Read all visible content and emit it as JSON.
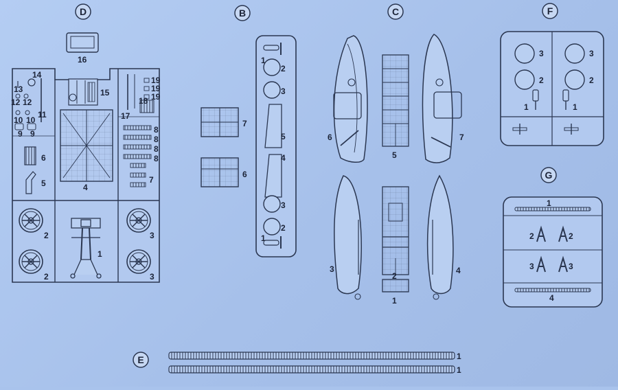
{
  "sprues": {
    "D": "D",
    "B": "B",
    "C": "C",
    "F": "F",
    "G": "G",
    "E": "E"
  },
  "parts": {
    "D": [
      "16",
      "14",
      "13",
      "12",
      "12",
      "11",
      "10",
      "10",
      "9",
      "9",
      "6",
      "5",
      "15",
      "4",
      "17",
      "18",
      "19",
      "19",
      "19",
      "8",
      "8",
      "8",
      "8",
      "7",
      "2",
      "2",
      "1",
      "3",
      "3"
    ],
    "B": [
      "7",
      "6",
      "1",
      "2",
      "3",
      "5",
      "4",
      "3",
      "2",
      "1"
    ],
    "C": [
      "6",
      "7",
      "5",
      "3",
      "2",
      "1",
      "4"
    ],
    "F": [
      "3",
      "2",
      "1",
      "3",
      "2",
      "1"
    ],
    "G": [
      "1",
      "2",
      "2",
      "3",
      "3",
      "4"
    ],
    "E": [
      "1",
      "1"
    ]
  },
  "colors": {
    "background": "#a9c3ec",
    "part_fill": "#b9cff1",
    "line": "#2a3650",
    "label_circle": "#c7d8f3"
  }
}
